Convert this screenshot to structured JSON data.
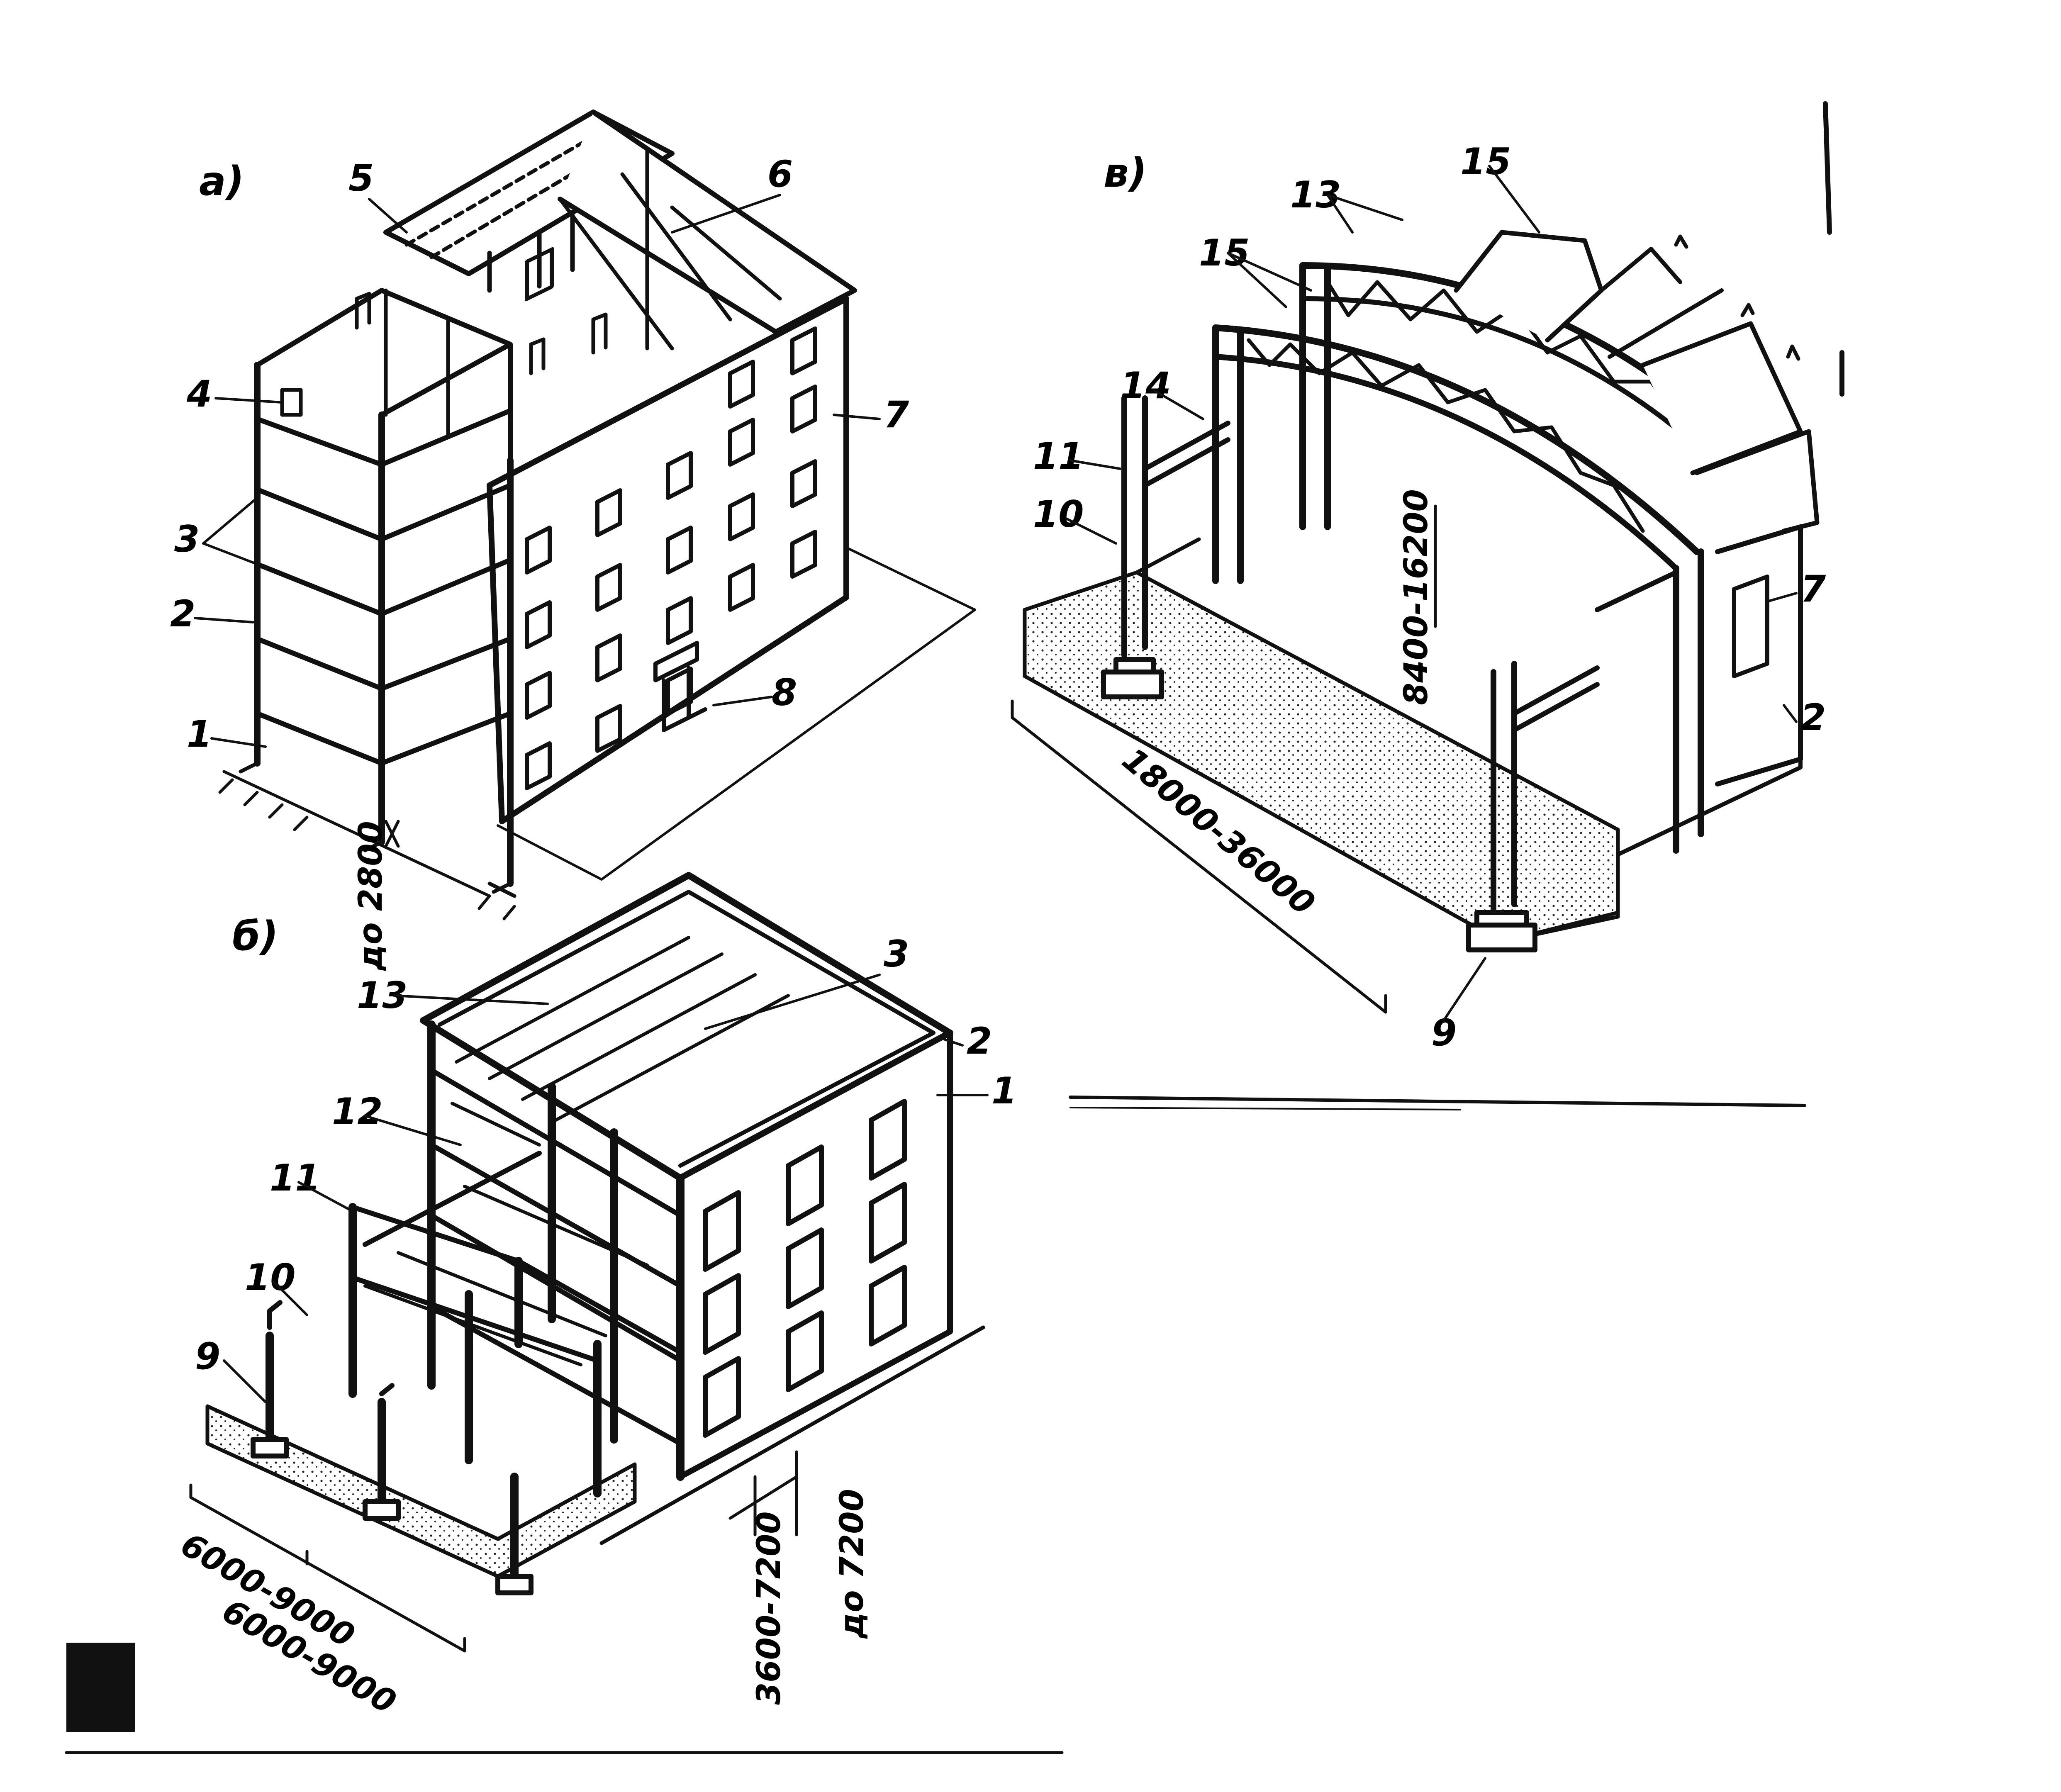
{
  "panels": [
    {
      "id": "a",
      "label": "а)"
    },
    {
      "id": "b",
      "label": "б)"
    },
    {
      "id": "v",
      "label": "в)"
    }
  ],
  "callouts": {
    "a": [
      "1",
      "2",
      "3",
      "4",
      "5",
      "6",
      "7",
      "8"
    ],
    "b": [
      "1",
      "2",
      "3",
      "9",
      "10",
      "11",
      "12",
      "13"
    ],
    "v": [
      "2",
      "7",
      "9",
      "10",
      "11",
      "13",
      "14",
      "15",
      "15"
    ]
  },
  "dimensions": {
    "a_spacing": "до 2800",
    "b_bay_1": "6000-9000",
    "b_bay_2": "6000-9000",
    "b_floor_height": "3600-7200",
    "b_max_height": "до 7200",
    "v_span": "18000-36000",
    "v_height": "8400-16200"
  },
  "colors": {
    "ink": "#111111",
    "background": "#ffffff"
  }
}
